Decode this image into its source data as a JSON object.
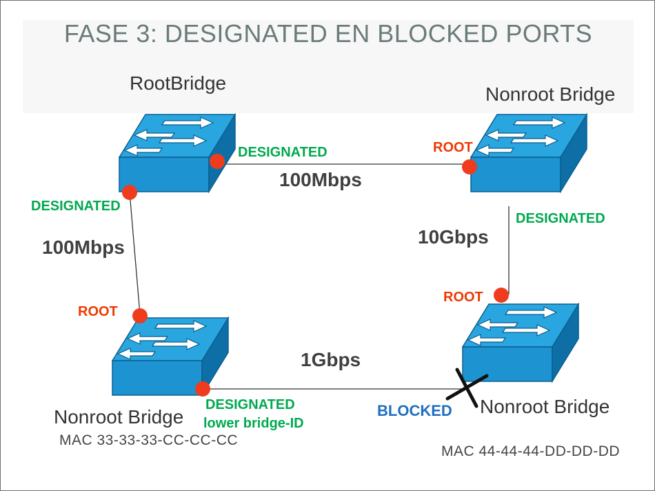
{
  "title": "FASE 3: DESIGNATED EN BLOCKED PORTS",
  "bridges": {
    "top_left": {
      "name": "RootBridge"
    },
    "top_right": {
      "name": "Nonroot Bridge"
    },
    "bottom_left": {
      "name": "Nonroot Bridge",
      "mac": "MAC 33-33-33-CC-CC-CC"
    },
    "bottom_right": {
      "name": "Nonroot Bridge",
      "mac": "MAC 44-44-44-DD-DD-DD"
    }
  },
  "links": {
    "top": "100Mbps",
    "left": "100Mbps",
    "right": "10Gbps",
    "bottom": "1Gbps"
  },
  "ports": {
    "top_left_right_side": "DESIGNATED",
    "top_left_bottom_side": "DESIGNATED",
    "top_right_left_side": "ROOT",
    "top_right_bottom_side": "DESIGNATED",
    "bottom_left_top_side": "ROOT",
    "bottom_left_right_side": "DESIGNATED",
    "bottom_left_right_side_note": "lower bridge-ID",
    "bottom_right_top_side": "ROOT",
    "bottom_right_left_side": "BLOCKED"
  },
  "colors": {
    "designated": "#00a94f",
    "root": "#ee3a00",
    "blocked": "#1f6fc0",
    "port_dot": "#f03c1e",
    "switch_top": "#29a6e0",
    "switch_front": "#1d93d1",
    "switch_side": "#0d6fa6"
  },
  "icons": [
    "switch-icon",
    "port-dot-icon",
    "blocked-x-icon"
  ]
}
